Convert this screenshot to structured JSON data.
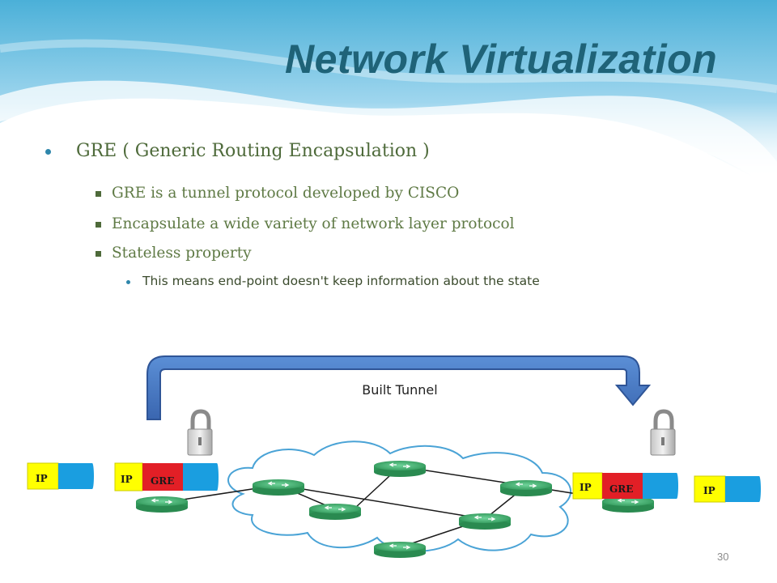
{
  "slide": {
    "title": "Network Virtualization",
    "bullets": {
      "main": "GRE ( Generic Routing Encapsulation )",
      "sub": [
        "GRE is a tunnel protocol developed by CISCO",
        "Encapsulate a wide variety of network layer protocol",
        "Stateless property"
      ],
      "subsub": "This means end-point doesn't keep information about the state"
    },
    "page_number": "30"
  },
  "diagram": {
    "tunnel_label": "Built  Tunnel",
    "packet_labels": {
      "ip": "IP",
      "gre": "GRE"
    },
    "colors": {
      "ip": "#ffff00",
      "gre": "#e21f26",
      "payload": "#1a9ee0",
      "router": "#3fae6a",
      "tunnel_arrow": "#4472c4",
      "title": "#1f6378"
    }
  }
}
